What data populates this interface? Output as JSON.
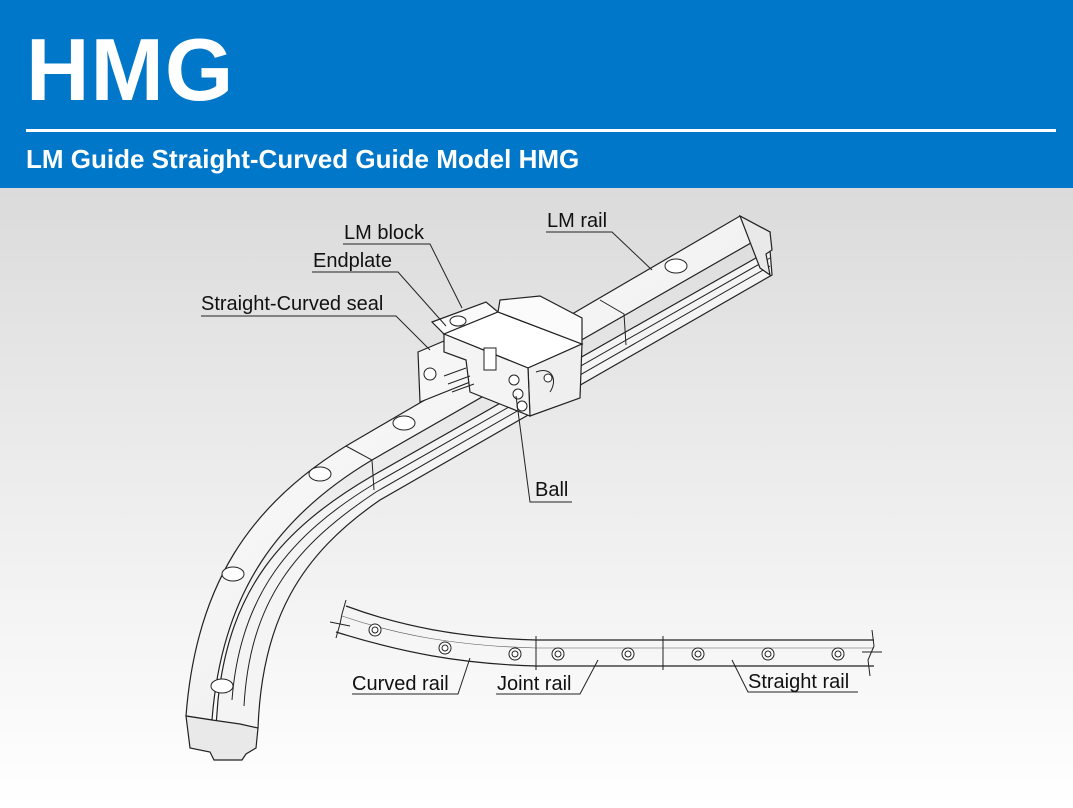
{
  "header": {
    "title": "HMG",
    "subtitle": "LM Guide Straight-Curved Guide Model HMG"
  },
  "labels": {
    "lm_rail": "LM rail",
    "lm_block": "LM block",
    "endplate": "Endplate",
    "seal": "Straight-Curved seal",
    "ball": "Ball",
    "curved_rail": "Curved rail",
    "joint_rail": "Joint rail",
    "straight_rail": "Straight rail"
  },
  "colors": {
    "header_bg": "#0077c8",
    "header_text": "#ffffff"
  }
}
